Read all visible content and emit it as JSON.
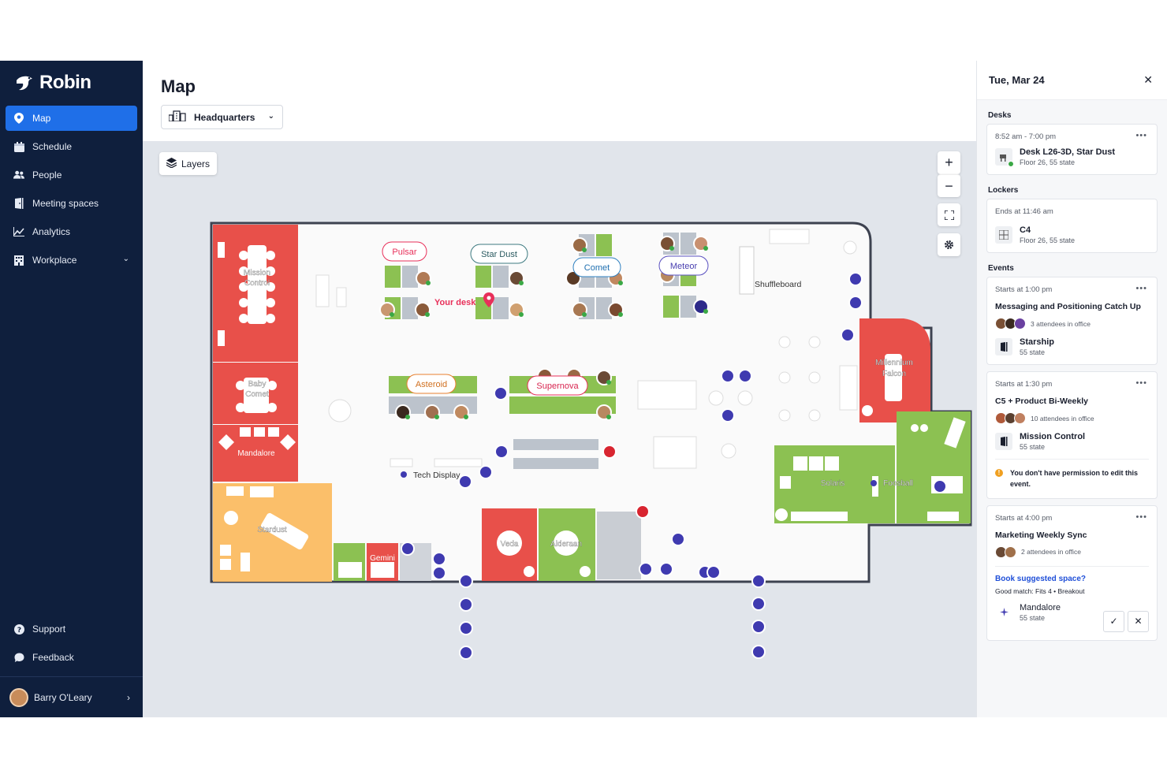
{
  "app": {
    "name": "Robin"
  },
  "sidebar": {
    "items": [
      {
        "label": "Map",
        "icon": "map-pin-icon",
        "active": true
      },
      {
        "label": "Schedule",
        "icon": "calendar-icon"
      },
      {
        "label": "People",
        "icon": "people-icon"
      },
      {
        "label": "Meeting spaces",
        "icon": "door-icon"
      },
      {
        "label": "Analytics",
        "icon": "chart-line-icon"
      },
      {
        "label": "Workplace",
        "icon": "building-icon"
      }
    ],
    "bottom": [
      {
        "label": "Support",
        "icon": "help-icon"
      },
      {
        "label": "Feedback",
        "icon": "chat-icon"
      }
    ],
    "user": {
      "name": "Barry O'Leary"
    }
  },
  "main": {
    "title": "Map",
    "site": "Headquarters",
    "layers_label": "Layers"
  },
  "map": {
    "rooms": [
      "Mission Control",
      "Baby Comet",
      "Mandalore",
      "Stardust",
      "Gemini",
      "Veda",
      "Alderaan",
      "Millennium Falcon",
      "Solaris",
      "Foosball",
      "Shuffleboard",
      "Tech Display"
    ],
    "neighborhoods": [
      "Pulsar",
      "Star Dust",
      "Comet",
      "Meteor",
      "Asteroid",
      "Supernova"
    ],
    "your_desk_label": "Your desk"
  },
  "panel": {
    "date": "Tue, Mar 24",
    "sections": {
      "desks": "Desks",
      "lockers": "Lockers",
      "events": "Events"
    },
    "desk": {
      "time": "8:52 am - 7:00 pm",
      "name": "Desk L26-3D, Star Dust",
      "sub": "Floor 26, 55 state"
    },
    "locker": {
      "time": "Ends at 11:46 am",
      "name": "C4",
      "sub": "Floor 26, 55 state"
    },
    "events": [
      {
        "time": "Starts at 1:00 pm",
        "title": "Messaging and Positioning Catch Up",
        "attendees": "3 attendees in office",
        "room": "Starship",
        "room_sub": "55 state"
      },
      {
        "time": "Starts at 1:30 pm",
        "title": "C5 + Product Bi-Weekly",
        "attendees": "10 attendees in office",
        "room": "Mission Control",
        "room_sub": "55 state",
        "warning": "You don't have permission to edit this event."
      },
      {
        "time": "Starts at 4:00 pm",
        "title": "Marketing Weekly Sync",
        "attendees": "2 attendees in office",
        "suggest_link": "Book suggested space?",
        "suggest_sub": "Good match: Fits 4 • Breakout",
        "room": "Mandalore",
        "room_sub": "55 state"
      }
    ]
  },
  "colors": {
    "sidebar_bg": "#0f1f3d",
    "accent": "#1f6fe8",
    "room_red": "#e8504a",
    "room_green": "#8cc152",
    "room_orange": "#fbbf6a",
    "marker": "#3f3ab0"
  }
}
